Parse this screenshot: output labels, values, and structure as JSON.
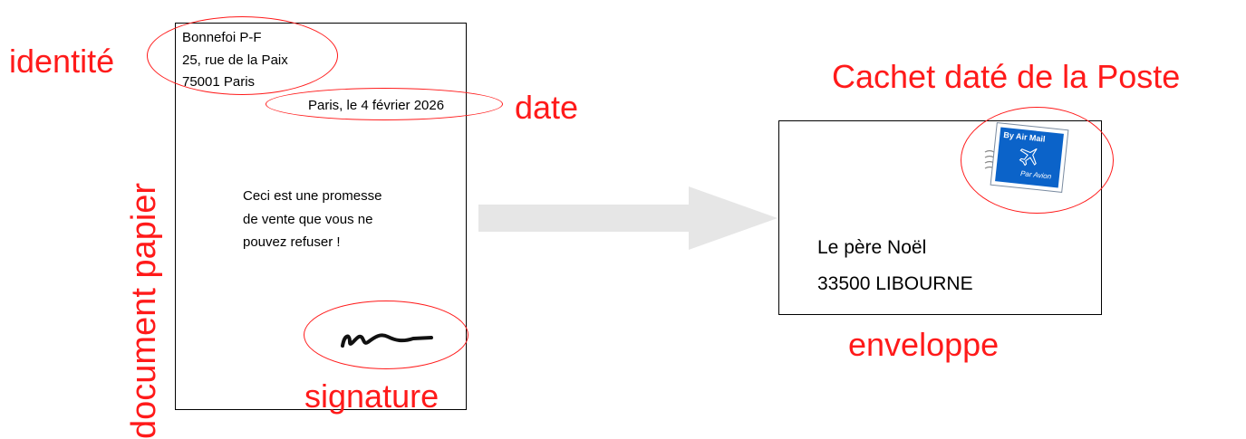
{
  "labels": {
    "identite": "identité",
    "date": "date",
    "document": "document papier",
    "signature": "signature",
    "cachet": "Cachet daté de la Poste",
    "enveloppe": "enveloppe"
  },
  "paper": {
    "sender_name": "Bonnefoi P-F",
    "sender_street": "25, rue de la Paix",
    "sender_city": "75001 Paris",
    "date_line": "Paris, le 4 février 2026",
    "body_line1": "Ceci est une promesse",
    "body_line2": "de vente que vous ne",
    "body_line3": "pouvez refuser !"
  },
  "envelope": {
    "recipient_name": "Le père Noël",
    "recipient_city": "33500 LIBOURNE"
  },
  "stamp": {
    "top_text": "By Air Mail",
    "bottom_text": "Par Avion"
  },
  "colors": {
    "annotation": "#ff1a1a",
    "arrow": "#e6e6e6",
    "stamp_blue": "#0b63c9"
  },
  "icons": [
    "airplane-icon",
    "postmark-lines-icon",
    "signature-scribble-icon",
    "arrow-right-icon"
  ]
}
